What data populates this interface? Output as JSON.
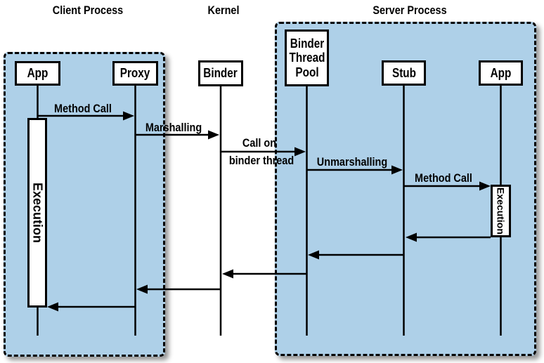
{
  "headers": {
    "client": "Client Process",
    "kernel": "Kernel",
    "server": "Server Process"
  },
  "nodes": {
    "client_app": "App",
    "client_proxy": "Proxy",
    "kernel_binder": "Binder",
    "server_binder_thread_pool": "Binder Thread Pool",
    "server_stub": "Stub",
    "server_app": "App"
  },
  "activations": {
    "client_execution": "Execution",
    "server_execution": "Execution"
  },
  "messages": {
    "client_method_call": "Method Call",
    "marshalling": "Marshalling",
    "call_on_binder_thread_line1": "Call on",
    "call_on_binder_thread_line2": "binder thread",
    "unmarshalling": "Unmarshalling",
    "server_method_call": "Method Call"
  },
  "colors": {
    "process_fill": "#aed0e8",
    "line": "#000000",
    "box_fill": "#ffffff"
  }
}
